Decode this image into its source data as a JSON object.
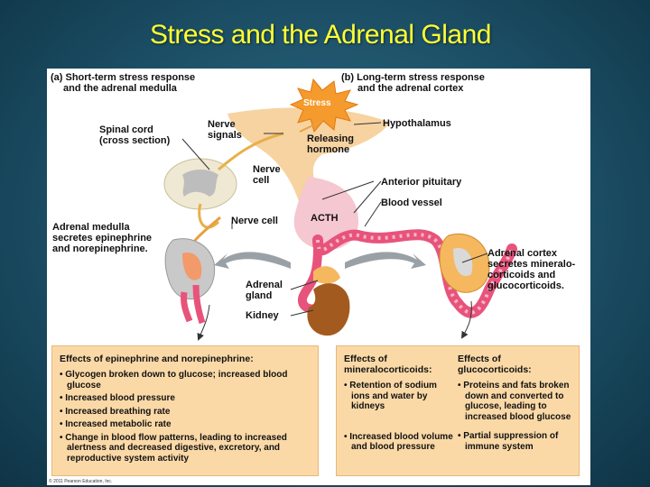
{
  "title": "Stress and the Adrenal Gland",
  "panel_a": {
    "header_line1": "(a) Short-term stress response",
    "header_line2": "and the adrenal medulla"
  },
  "panel_b": {
    "header_line1": "(b) Long-term stress response",
    "header_line2": "and the adrenal cortex"
  },
  "labels": {
    "stress": "Stress",
    "hypothalamus": "Hypothalamus",
    "nerve_signals_1": "Nerve",
    "nerve_signals_2": "signals",
    "spinal_cord_1": "Spinal cord",
    "spinal_cord_2": "(cross section)",
    "releasing_hormone_1": "Releasing",
    "releasing_hormone_2": "hormone",
    "nerve_cell_1": "Nerve",
    "nerve_cell_2": "cell",
    "anterior_pituitary": "Anterior pituitary",
    "blood_vessel": "Blood vessel",
    "acth": "ACTH",
    "nerve_cell_b": "Nerve cell",
    "adrenal_medulla_1": "Adrenal medulla",
    "adrenal_medulla_2": "secretes epinephrine",
    "adrenal_medulla_3": "and norepinephrine.",
    "adrenal_cortex_1": "Adrenal cortex",
    "adrenal_cortex_2": "secretes mineralo-",
    "adrenal_cortex_3": "corticoids and",
    "adrenal_cortex_4": "glucocorticoids.",
    "adrenal_gland_1": "Adrenal",
    "adrenal_gland_2": "gland",
    "kidney": "Kidney"
  },
  "effects_epi": {
    "heading": "Effects of epinephrine and norepinephrine:",
    "items": [
      "Glycogen broken down to glucose; increased blood glucose",
      "Increased blood pressure",
      "Increased breathing rate",
      "Increased metabolic rate",
      "Change in blood flow patterns, leading to increased alertness and decreased digestive, excretory, and reproductive system activity"
    ]
  },
  "effects_mineralo": {
    "heading": "Effects of mineralocorticoids:",
    "items": [
      "Retention of sodium ions and water by kidneys",
      "Increased blood volume and blood pressure"
    ]
  },
  "effects_gluco": {
    "heading": "Effects of glucocorticoids:",
    "items": [
      "Proteins and fats broken down and converted to glucose, leading to increased blood glucose",
      "Partial suppression of immune system"
    ]
  },
  "copyright": "© 2011 Pearson Education, Inc.",
  "colors": {
    "title": "#ffff33",
    "box_fill": "#fbd9a7",
    "stress_burst": "#f59a2c",
    "vessel": "#e8537b",
    "hypothalamus": "#f7d3a1",
    "nerve": "#e8b04a"
  }
}
